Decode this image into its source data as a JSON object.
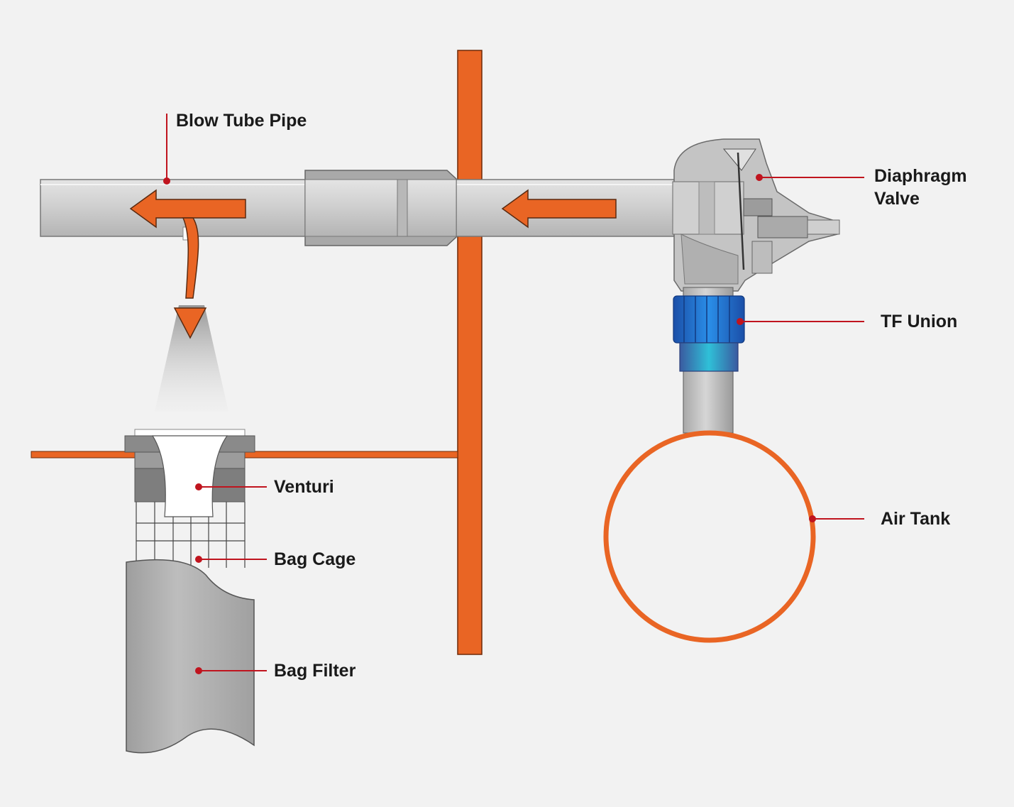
{
  "labels": {
    "blow_tube_pipe": "Blow Tube Pipe",
    "diaphragm_valve_line1": "Diaphragm",
    "diaphragm_valve_line2": "Valve",
    "tf_union": "TF Union",
    "venturi": "Venturi",
    "bag_cage": "Bag Cage",
    "air_tank": "Air Tank",
    "bag_filter": "Bag Filter"
  },
  "colors": {
    "background": "#f2f2f2",
    "structure_orange": "#e96524",
    "leader_red": "#c0141e",
    "pipe_gray": "#c8c8c8",
    "union_blue": "#1f6fd0",
    "text": "#1a1a1a"
  },
  "icons": {
    "flow_arrow": "left-arrow-icon",
    "pulse_arrow": "down-arrow-icon"
  }
}
